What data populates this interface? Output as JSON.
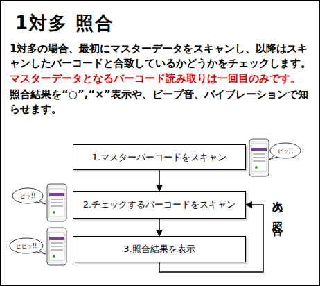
{
  "diagram": {
    "title": "1対多 照合",
    "nodes": [
      {
        "text": [
          "1.マスターバーコードをスキャン"
        ]
      },
      {
        "text": [
          "2.チェックするバーコードをスキャン"
        ]
      },
      {
        "text": [
          "3.照合結果を表示"
        ]
      }
    ],
    "edges": [
      {
        "from": 0,
        "to": 1,
        "arrow": "to"
      },
      {
        "from": 1,
        "to": 2,
        "arrow": "to"
      },
      {
        "from": 2,
        "to": 1,
        "label": "次の照合へ",
        "arrow": "to"
      }
    ],
    "labels": [
      "1対多の場合、最初にマスターデータをスキャンし、以降はスキャンしたバーコードと合致しているかどうかをチェックします。",
      "マスターデータとなるバーコード読み取りは一回目のみです。",
      "照合結果を“○”,“×”表示や、ビープ音、バイブレーションで知らせます。",
      "ピッ!!",
      "ピッ!!",
      "ピピッ!!"
    ]
  }
}
